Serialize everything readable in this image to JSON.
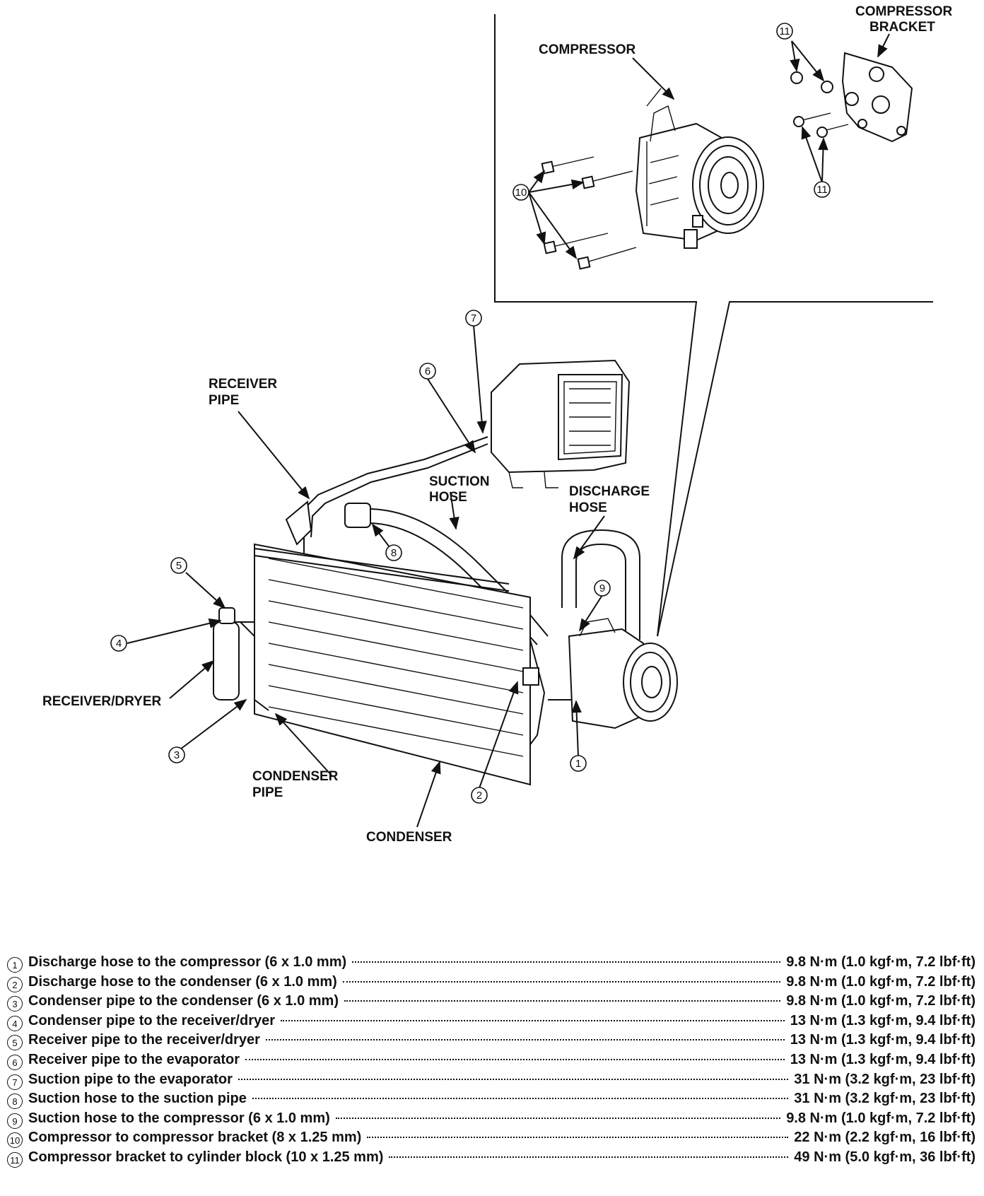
{
  "labels": {
    "compressor_bracket_line1": "COMPRESSOR",
    "compressor_bracket_line2": "BRACKET",
    "compressor": "COMPRESSOR",
    "receiver_pipe_line1": "RECEIVER",
    "receiver_pipe_line2": "PIPE",
    "suction_hose_line1": "SUCTION",
    "suction_hose_line2": "HOSE",
    "discharge_hose_line1": "DISCHARGE",
    "discharge_hose_line2": "HOSE",
    "receiver_dryer": "RECEIVER/DRYER",
    "condenser_pipe_line1": "CONDENSER",
    "condenser_pipe_line2": "PIPE",
    "condenser": "CONDENSER"
  },
  "callouts": {
    "c1": "1",
    "c2": "2",
    "c3": "3",
    "c4": "4",
    "c5": "5",
    "c6": "6",
    "c7": "7",
    "c8": "8",
    "c9": "9",
    "c10": "10",
    "c11": "11"
  },
  "torque_specs": [
    {
      "num": "1",
      "desc": "Discharge hose to the compressor (6 x 1.0 mm)",
      "torque": "9.8 N·m (1.0 kgf·m, 7.2 lbf·ft)"
    },
    {
      "num": "2",
      "desc": "Discharge hose to the condenser (6 x 1.0 mm)",
      "torque": "9.8 N·m (1.0 kgf·m, 7.2 lbf·ft)"
    },
    {
      "num": "3",
      "desc": "Condenser pipe to the condenser (6 x 1.0 mm)",
      "torque": "9.8 N·m (1.0 kgf·m, 7.2 lbf·ft)"
    },
    {
      "num": "4",
      "desc": "Condenser pipe to the receiver/dryer",
      "torque": "13 N·m (1.3 kgf·m, 9.4 lbf·ft)"
    },
    {
      "num": "5",
      "desc": "Receiver pipe to the receiver/dryer",
      "torque": "13 N·m (1.3 kgf·m, 9.4 lbf·ft)"
    },
    {
      "num": "6",
      "desc": "Receiver pipe to the evaporator",
      "torque": "13 N·m (1.3 kgf·m, 9.4 lbf·ft)"
    },
    {
      "num": "7",
      "desc": "Suction pipe to the evaporator",
      "torque": "31 N·m (3.2 kgf·m, 23 lbf·ft)"
    },
    {
      "num": "8",
      "desc": "Suction hose to the suction pipe",
      "torque": "31 N·m (3.2 kgf·m, 23 lbf·ft)"
    },
    {
      "num": "9",
      "desc": "Suction hose to the compressor (6 x 1.0 mm)",
      "torque": "9.8 N·m (1.0 kgf·m, 7.2 lbf·ft)"
    },
    {
      "num": "10",
      "desc": "Compressor to compressor bracket (8 x 1.25 mm)",
      "torque": "22 N·m (2.2 kgf·m, 16 lbf·ft)"
    },
    {
      "num": "11",
      "desc": "Compressor bracket to cylinder block (10 x 1.25 mm)",
      "torque": "49 N·m (5.0 kgf·m, 36 lbf·ft)"
    }
  ]
}
